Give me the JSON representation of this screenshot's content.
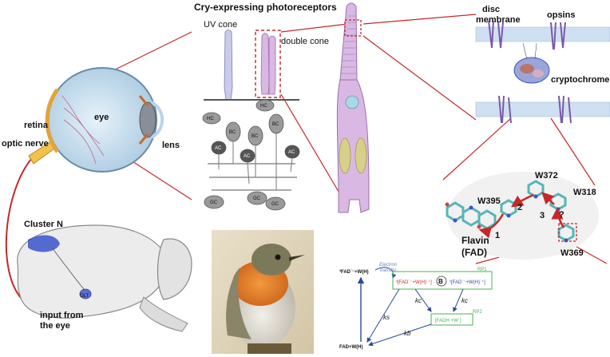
{
  "title": "Cry-expressing photoreceptors",
  "eye": {
    "eye_label": "eye",
    "retina_label": "retina",
    "optic_nerve_label": "optic nerve",
    "lens_label": "lens"
  },
  "brain": {
    "cluster_label": "Cluster N",
    "input_label_line1": "input from",
    "input_label_line2": "the eye",
    "small_label": "OLT"
  },
  "retina_diagram": {
    "uv_cone_label": "UV cone",
    "double_cone_label": "double cone",
    "cell_labels": [
      "HC",
      "HC",
      "BC",
      "BC",
      "BC",
      "AC",
      "AC",
      "AC",
      "GC",
      "GC",
      "GC"
    ]
  },
  "membrane": {
    "disc_label_line1": "disc",
    "disc_label_line2": "membrane",
    "opsins_label": "opsins",
    "cryptochrome_label": "cryptochrome"
  },
  "protein": {
    "w372": "W372",
    "w395": "W395",
    "w318": "W318",
    "w369": "W369",
    "flavin_line1": "Flavin",
    "flavin_line2": "(FAD)",
    "step1": "1",
    "step2": "2",
    "step3": "3",
    "step_q": "?"
  },
  "scheme": {
    "top_state": "³FAD˙⁻+W(H)",
    "bottom_state": "FAD+W(H)",
    "rp1_label": "RP1",
    "rp1_left": "³[FAD˙⁻+W(H)˙⁺]",
    "rp1_right": "¹[FAD˙⁻+W(H)˙⁺]",
    "b_label": "B",
    "electron_transfer_line1": "Electron",
    "electron_transfer_line2": "transfer",
    "kc_left": "kc",
    "kc_right": "kc",
    "rp2_label": "RP2",
    "rp2_state": "[FADH˙+W˙]",
    "ks_label": "ks",
    "kb_label": "kb"
  },
  "colors": {
    "connector_red": "#c62828",
    "membrane_blue": "#4a6fb5",
    "cell_gray": "#707070",
    "photoreceptor_pink": "#d9b8e3",
    "uv_cone": "#c9cdeb",
    "scheme_green": "#4caf50",
    "scheme_blue": "#2c4a9a"
  }
}
